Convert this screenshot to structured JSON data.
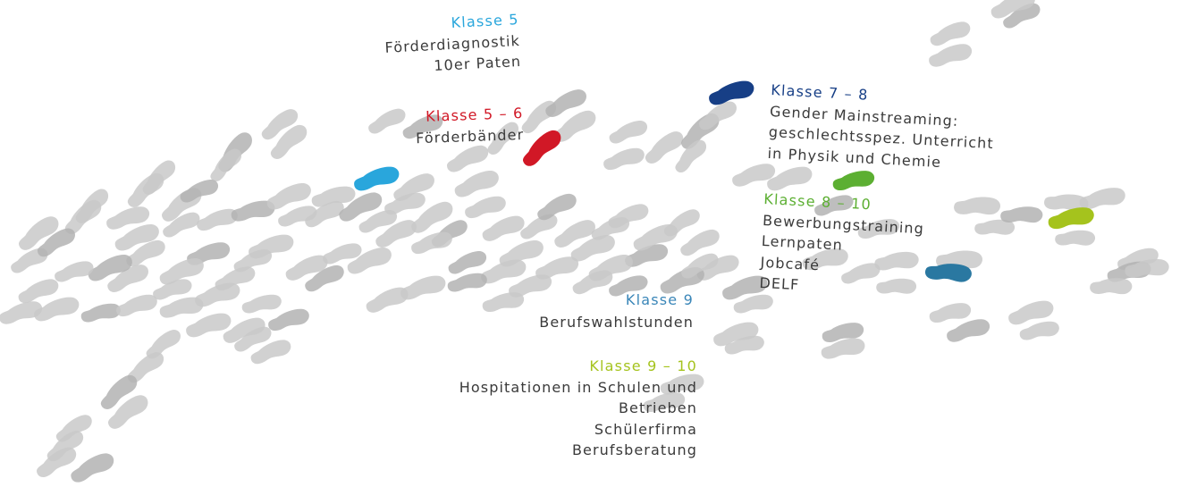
{
  "colors": {
    "footprint_grey": "#c9c9c9",
    "footprint_grey_dark": "#b3b3b3",
    "text": "#3a3a3a",
    "cyan": "#29a6dc",
    "red": "#d11826",
    "navy": "#173f86",
    "green": "#5caf32",
    "lime": "#a5c31d",
    "teal": "#2a78a1",
    "sky": "#3a86b8"
  },
  "groups": {
    "k5": {
      "title": "Klasse 5",
      "items": [
        "Förderdiagnostik",
        "10er Paten"
      ]
    },
    "k56": {
      "title": "Klasse 5 – 6",
      "items": [
        "Förderbänder"
      ]
    },
    "k78": {
      "title": "Klasse 7 – 8",
      "items": [
        "Gender Mainstreaming:",
        "geschlechtsspez. Unterricht",
        "in Physik und Chemie"
      ]
    },
    "k810": {
      "title": "Klasse 8 – 10",
      "items": [
        "Bewerbungstraining",
        "Lernpaten",
        "Jobcafé",
        "DELF"
      ]
    },
    "k9": {
      "title": "Klasse 9",
      "items": [
        "Berufswahlstunden"
      ]
    },
    "k910": {
      "title": "Klasse 9 – 10",
      "items": [
        "Hospitationen in Schulen und",
        "Betrieben",
        "Schülerfirma",
        "Berufsberatung"
      ]
    }
  }
}
